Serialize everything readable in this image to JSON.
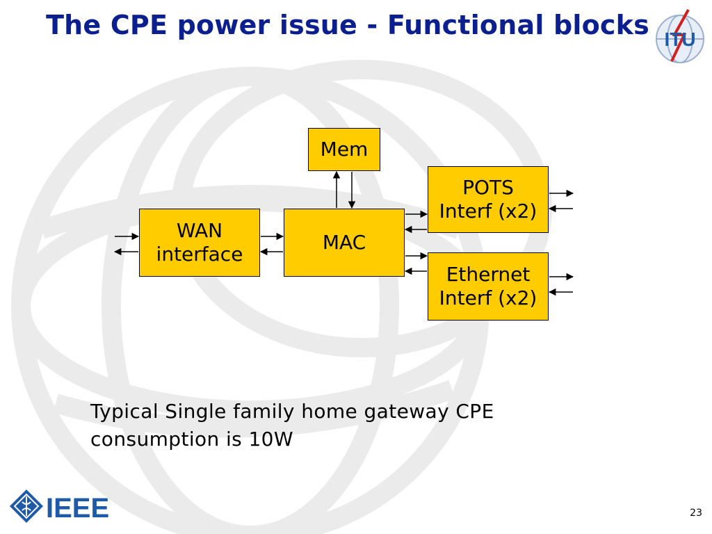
{
  "slide": {
    "title": "The CPE power issue - Functional blocks",
    "caption": "Typical Single family home gateway CPE consumption is 10W",
    "page_number": "23",
    "logos": {
      "top_right": "itu-logo",
      "bottom_left": "ieee-logo",
      "ieee_text": "IEEE",
      "itu_text": "ITU"
    }
  },
  "diagram": {
    "blocks": {
      "mem": "Mem",
      "wan": "WAN\ninterface",
      "mac": "MAC",
      "pots": "POTS\nInterf (x2)",
      "ethernet": "Ethernet\nInterf (x2)"
    }
  },
  "colors": {
    "title": "#0b1f8f",
    "block_fill": "#ffcc00",
    "logo_blue": "#1e5aa8"
  }
}
